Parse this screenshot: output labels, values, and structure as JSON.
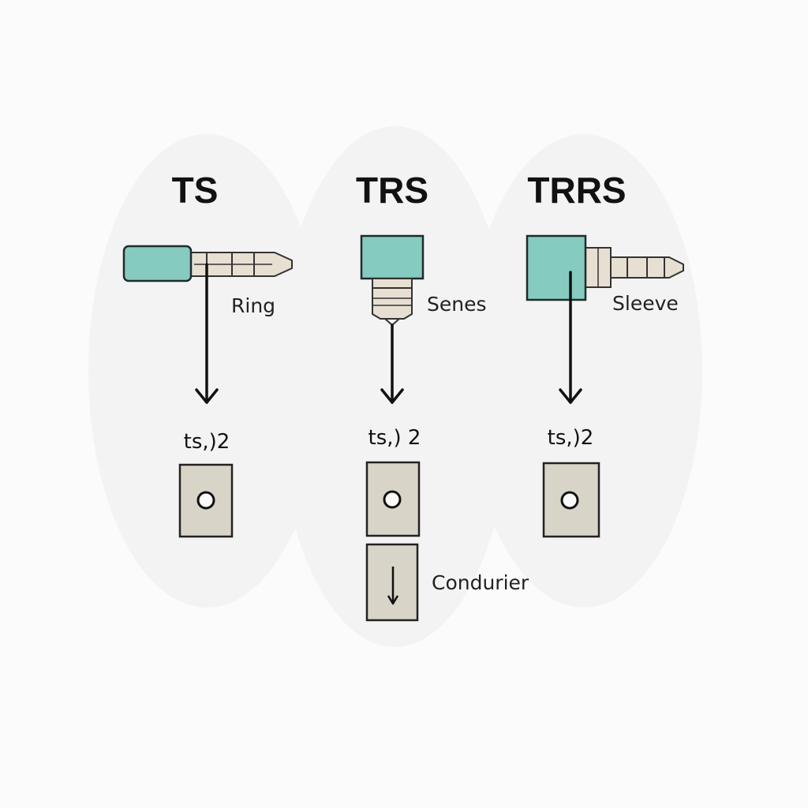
{
  "colors": {
    "plug_body": "#86cbbf",
    "metal": "#e7e0d2",
    "box_fill": "#d9d4c8",
    "ink": "#111111",
    "background": "#fbfbfb"
  },
  "columns": [
    {
      "title": "TS",
      "label": "Ring",
      "code": "ts,)2"
    },
    {
      "title": "TRS",
      "label": "Senes",
      "code": "ts,) 2"
    },
    {
      "title": "TRRS",
      "label": "Sleeve",
      "code": "ts,)2"
    }
  ],
  "extra": {
    "label": "Condurier"
  }
}
